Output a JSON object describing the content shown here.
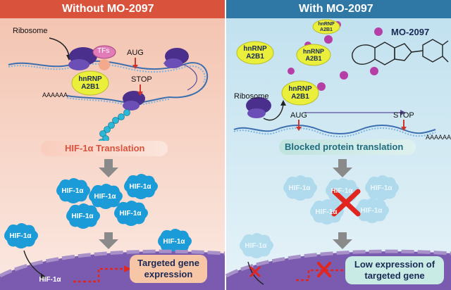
{
  "left_panel": {
    "title": "Without MO-2097",
    "ribosome_label": "Ribosome",
    "tfs_label": "TFs",
    "aug_label": "AUG",
    "stop_label": "STOP",
    "hnrnp_label_line1": "hnRNP",
    "hnrnp_label_line2": "A2B1",
    "polya_label": "AAAAAA",
    "translation_label": "HIF-1α Translation",
    "hif_label": "HIF-1α",
    "outcome_line1": "Targeted gene",
    "outcome_line2": "expression"
  },
  "right_panel": {
    "title": "With MO-2097",
    "drug_label": "MO-2097",
    "ribosome_label": "Ribosome",
    "aug_label": "AUG",
    "stop_label": "STOP",
    "hnrnp_label_line1": "hnRNP",
    "hnrnp_label_line2": "A2B1",
    "polya_label": "AAAAAA",
    "blocked_label": "Blocked protein translation",
    "hif_label": "HIF-1α",
    "outcome_line1": "Low expression of",
    "outcome_line2": "targeted gene"
  },
  "colors": {
    "left_header": "#d9533c",
    "right_header": "#2f78a6",
    "left_bg": "#f6d5c8",
    "right_bg": "#cfe7f2",
    "hnrnp": "#e9ef3a",
    "ribosome": "#4a2f8c",
    "hif_blob": "#1b9bd7",
    "drug_dot": "#b53fa7",
    "blocked_x": "#e0261e",
    "membrane": "#a890c8"
  }
}
